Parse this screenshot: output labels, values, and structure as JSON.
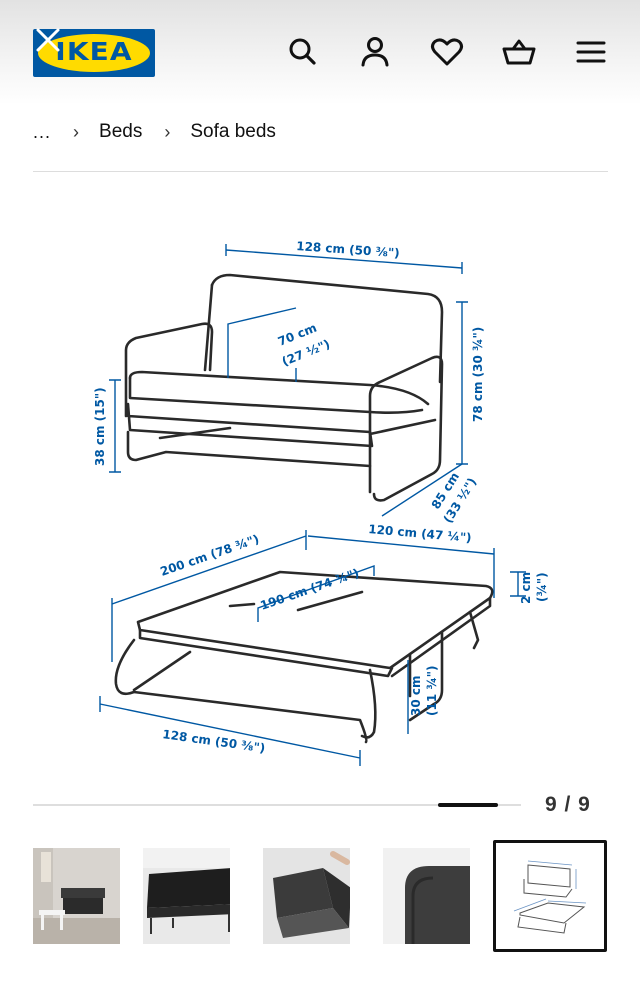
{
  "header": {
    "logo_text": "IKEA",
    "icons": [
      "close-icon",
      "search-icon",
      "account-icon",
      "heart-icon",
      "basket-icon",
      "menu-icon"
    ]
  },
  "breadcrumb": {
    "ellipsis": "...",
    "items": [
      "Beds",
      "Sofa beds"
    ]
  },
  "diagram": {
    "sofa": {
      "width": "128 cm (50 ⅜\")",
      "seat_depth": "70 cm",
      "seat_depth_in": "(27 ½\")",
      "height": "78 cm (30 ¾\")",
      "seat_height": "38 cm (15\")",
      "depth": "85 cm",
      "depth_in": "(33 ½\")"
    },
    "bed": {
      "length": "200 cm (78 ¾\")",
      "mattress_width": "120 cm (47 ¼\")",
      "mattress_length": "190 cm (74 ¾\")",
      "mattress_thickness": "2 cm",
      "mattress_thickness_in": "(¾\")",
      "height": "30 cm",
      "height_in": "(11 ¾\")",
      "width": "128 cm (50 ⅜\")"
    }
  },
  "gallery": {
    "current": 9,
    "total": 9,
    "counter_text": "9 / 9",
    "progress": 0.83,
    "thumbnails": [
      "room-scene",
      "sofa-front",
      "sofa-unfolding",
      "fabric-detail",
      "dimensions-diagram"
    ]
  },
  "colors": {
    "brand_blue": "#0058a3",
    "brand_yellow": "#ffdb00",
    "dimension_blue": "#0058a3"
  }
}
